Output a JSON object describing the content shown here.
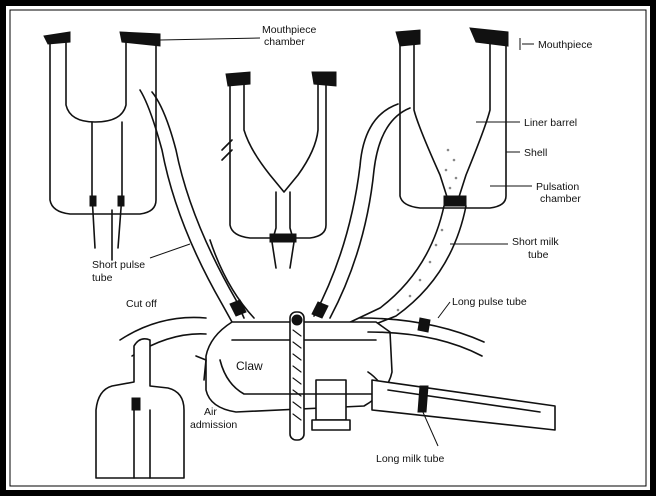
{
  "labels": {
    "mouthpiece_chamber_line1": "Mouthpiece",
    "mouthpiece_chamber_line2": "chamber",
    "mouthpiece": "Mouthpiece",
    "liner_barrel": "Liner barrel",
    "shell": "Shell",
    "pulsation_chamber_line1": "Pulsation",
    "pulsation_chamber_line2": "chamber",
    "short_milk_tube_line1": "Short milk",
    "short_milk_tube_line2": "tube",
    "short_pulse_tube_line1": "Short pulse",
    "short_pulse_tube_line2": "tube",
    "cut_off": "Cut off",
    "long_pulse_tube": "Long pulse tube",
    "claw": "Claw",
    "air_admission_line1": "Air",
    "air_admission_line2": "admission",
    "long_milk_tube": "Long milk tube"
  },
  "colors": {
    "border": "#000000",
    "ink": "#111111",
    "background": "#ffffff"
  }
}
